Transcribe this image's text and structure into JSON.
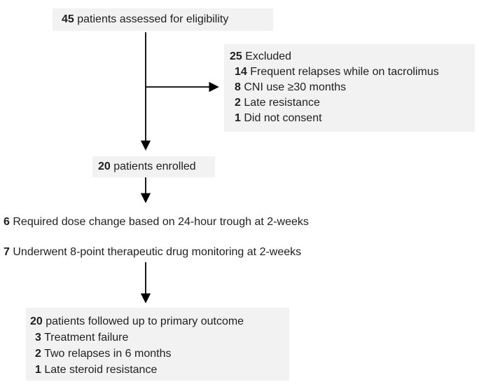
{
  "diagram": {
    "type": "patient-flow-consort",
    "colors": {
      "canvas_bg": "#ffffff",
      "box_bg": "#f2f2f2",
      "text": "#1f1f1f",
      "arrow": "#000000"
    },
    "eligibility": {
      "number": "45",
      "label": "patients assessed for eligibility"
    },
    "excluded": {
      "number": "25",
      "label": "Excluded",
      "items": [
        {
          "number": "14",
          "label": "Frequent relapses while on tacrolimus"
        },
        {
          "number": "8",
          "label": "CNI use ≥30 months"
        },
        {
          "number": "2",
          "label": "Late resistance"
        },
        {
          "number": "1",
          "label": "Did not consent"
        }
      ]
    },
    "enrolled": {
      "number": "20",
      "label": "patients enrolled"
    },
    "notes": [
      {
        "number": "6",
        "label": "Required dose change based on 24-hour trough at 2-weeks"
      },
      {
        "number": "7",
        "label": "Underwent 8-point therapeutic drug monitoring at 2-weeks"
      }
    ],
    "outcome": {
      "number": "20",
      "label": "patients followed up to primary outcome",
      "items": [
        {
          "number": "3",
          "label": "Treatment failure"
        },
        {
          "number": "2",
          "label": "Two relapses in 6 months"
        },
        {
          "number": "1",
          "label": "Late steroid resistance"
        }
      ]
    }
  }
}
